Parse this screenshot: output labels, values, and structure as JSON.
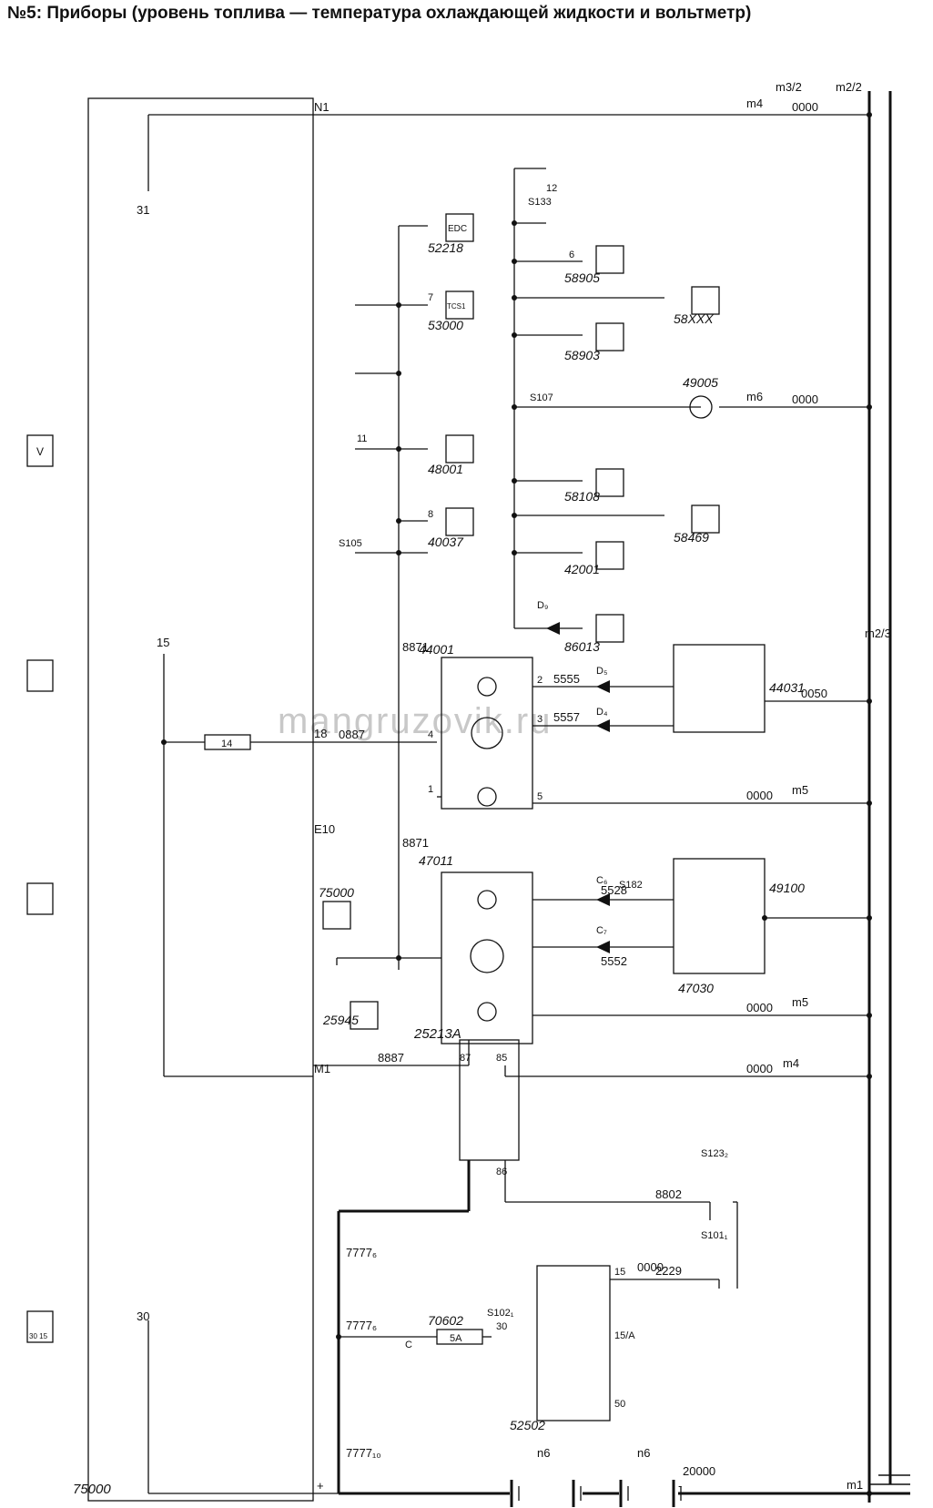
{
  "title": "№5: Приборы (уровень топлива — температура охлаждающей жидкости и вольтметр)",
  "watermark": "mangruzovik.ru",
  "terminals": {
    "t31": "31",
    "t15": "15",
    "t30": "30",
    "n1": "N1",
    "m1": "M1",
    "b18": "18",
    "e10": "E10",
    "plus": "+",
    "minus": "-"
  },
  "components": {
    "c75000": "75000",
    "c25213a": "25213A",
    "c70602": "70602",
    "c52502": "52502",
    "c25945": "25945",
    "c47011": "47011",
    "c47030": "47030",
    "c49100": "49100",
    "c44001": "44001",
    "c44031": "44031",
    "c86013": "86013",
    "c40037": "40037",
    "c42001": "42001",
    "c48001": "48001",
    "c53000": "53000",
    "c52218": "52218",
    "c58469": "58469",
    "c58108": "58108",
    "c49005": "49005",
    "c58903": "58903",
    "c58xxx": "58XXX",
    "c58905": "58905",
    "c75000b": "75000",
    "fuse5a": "5A",
    "fuse14": "14",
    "edc": "EDC",
    "tcs": "TCS1"
  },
  "wires": {
    "w7777_10": "7777₁₀",
    "w7777_6a": "7777₆",
    "w7777_6b": "7777₆",
    "w8887": "8887",
    "w8802": "8802",
    "w2229": "2229",
    "w8871a": "8871",
    "w8871b": "8871",
    "w5552": "5552",
    "w5528": "5528",
    "w5557": "5557",
    "w5555": "5555",
    "w0050": "0050",
    "w0000a": "0000",
    "w0000b": "0000",
    "w0000c": "0000",
    "w0000d": "0000",
    "w0000e": "0000",
    "w0000f": "0000",
    "w20000": "20000",
    "w0887": "0887"
  },
  "connectors": {
    "m4a": "m4",
    "m4b": "m4",
    "m5a": "m5",
    "m5b": "m5",
    "m6": "m6",
    "m1": "m1",
    "m3_2": "m3/2",
    "m2_2": "m2/2",
    "m2_3": "m2/3",
    "n6a": "n6",
    "n6b": "n6",
    "s105": "S105",
    "s133": "S133",
    "s107": "S107",
    "s182": "S182",
    "s101": "S101₁",
    "s102": "S102₁",
    "s123": "S123₂",
    "d9": "D₉",
    "d5": "D₅",
    "d4": "D₄",
    "c6": "C₆",
    "c7": "C₇"
  },
  "pins": {
    "p1": "1",
    "p2": "2",
    "p3": "3",
    "p4": "4",
    "p5": "5",
    "p6": "6",
    "p7": "7",
    "p8": "8",
    "p30": "30",
    "p50": "50",
    "p85": "85",
    "p86": "86",
    "p87": "87",
    "p15": "15",
    "p15a": "15/A",
    "p12": "12",
    "p11": "11",
    "pc": "C"
  },
  "legend": {
    "l1": "30 15",
    "l2": "V"
  }
}
